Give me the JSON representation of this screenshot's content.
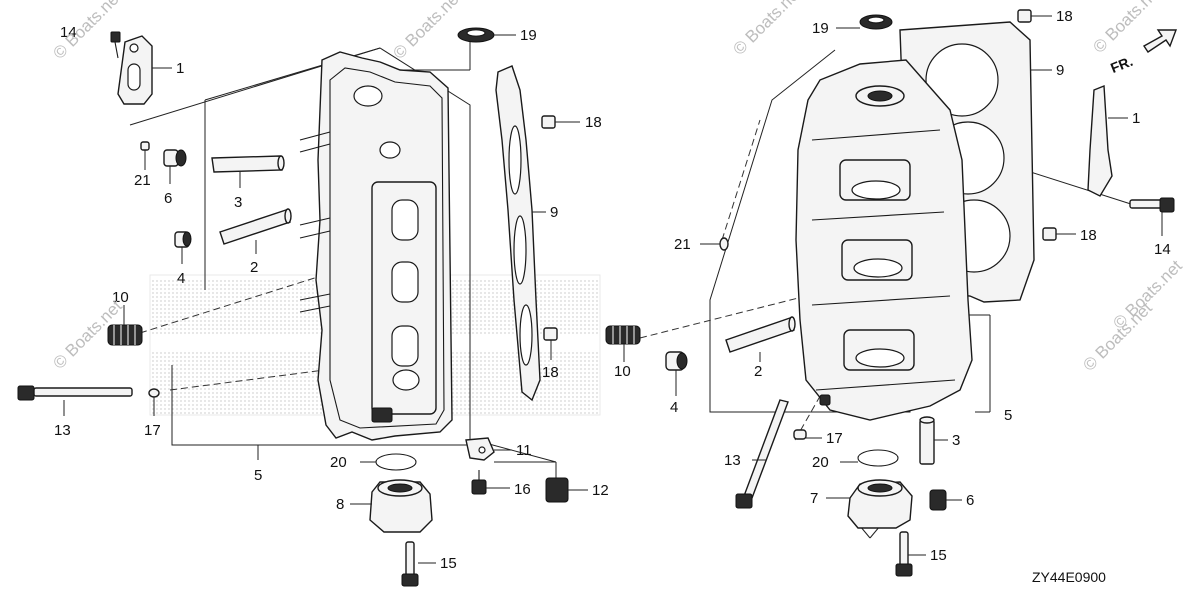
{
  "diagram": {
    "code": "ZY44E0900",
    "watermark": "© Boats.net",
    "direction_label": "FR."
  },
  "left_labels": {
    "p14": "14",
    "p1": "1",
    "p19": "19",
    "p18a": "18",
    "p21": "21",
    "p6": "6",
    "p3": "3",
    "p2": "2",
    "p4": "4",
    "p9": "9",
    "p10": "10",
    "p18b": "18",
    "p13": "13",
    "p17": "17",
    "p5": "5",
    "p11": "11",
    "p20": "20",
    "p16": "16",
    "p12": "12",
    "p8": "8",
    "p15": "15"
  },
  "right_labels": {
    "p19": "19",
    "p18a": "18",
    "p9": "9",
    "p1": "1",
    "p21": "21",
    "p14": "14",
    "p18b": "18",
    "p10": "10",
    "p2": "2",
    "p4": "4",
    "p5": "5",
    "p17": "17",
    "p3": "3",
    "p13": "13",
    "p20": "20",
    "p7": "7",
    "p6": "6",
    "p15": "15"
  }
}
